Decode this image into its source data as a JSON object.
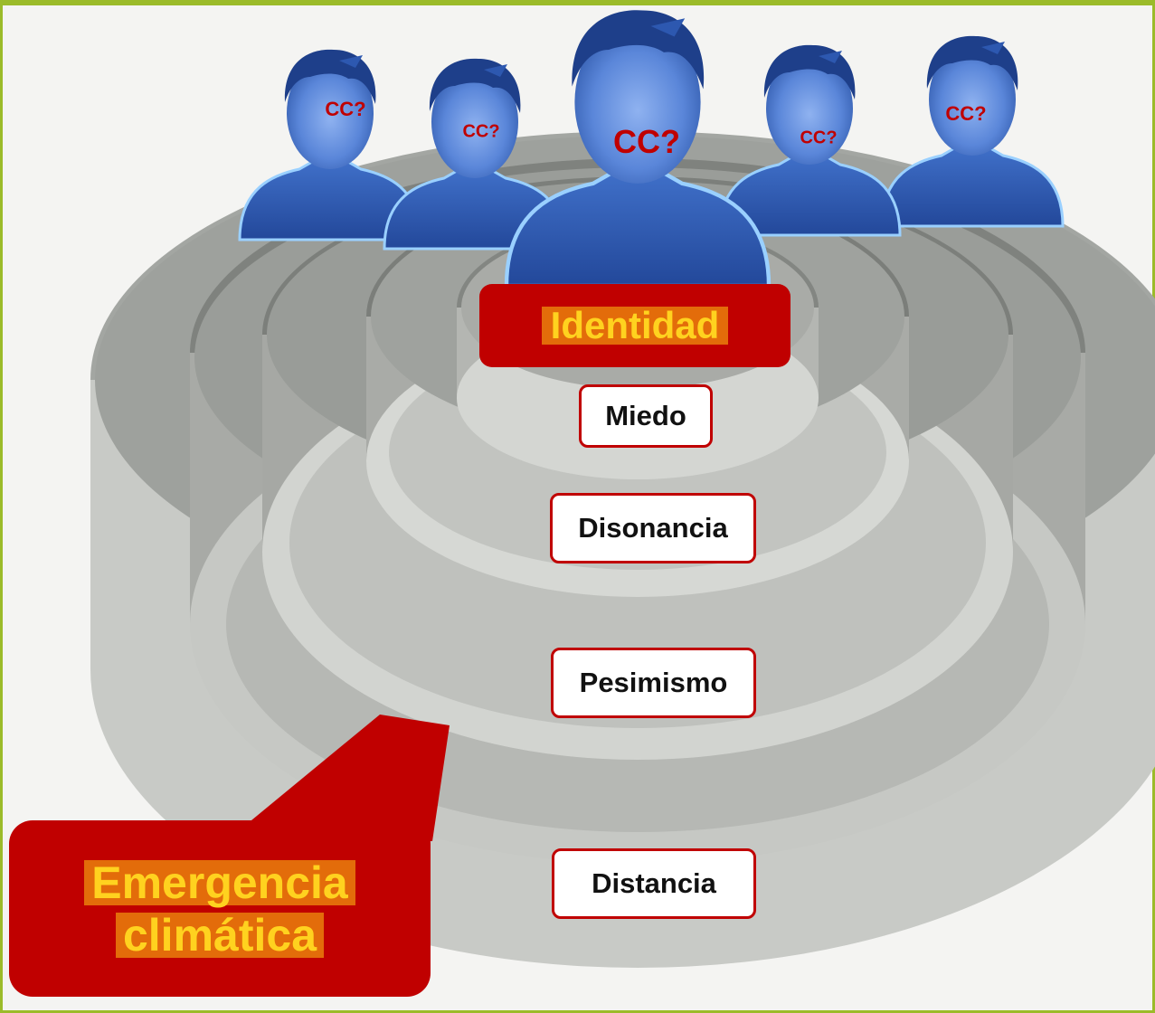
{
  "people_label": "CC?",
  "center_title": "Identidad",
  "rings": [
    "Miedo",
    "Disonancia",
    "Pesimismo",
    "Distancia"
  ],
  "callout": {
    "line1": "Emergencia",
    "line2": "climática"
  },
  "colors": {
    "frame": "#9bbb2a",
    "accent_red": "#c00000",
    "highlight_orange": "#e36c0a",
    "highlight_text": "#ffd21f",
    "person_blue": "#3a67c0",
    "ring_gray": "#8e918d"
  }
}
